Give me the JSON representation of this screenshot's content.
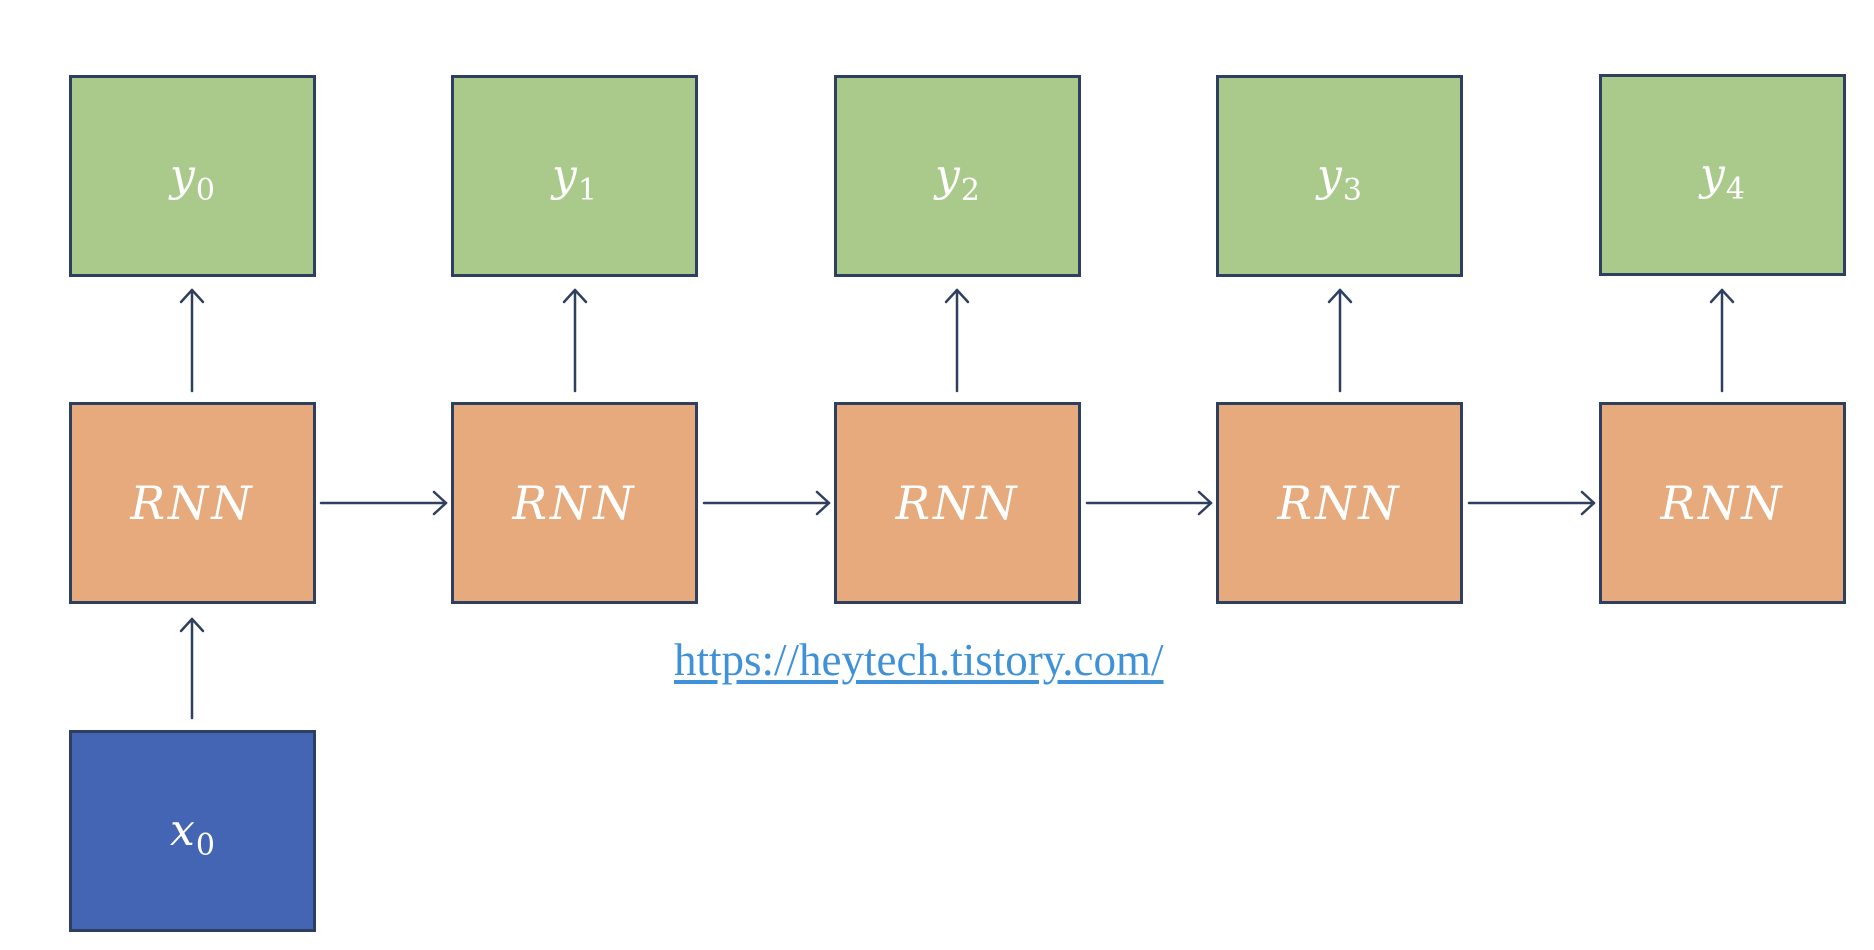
{
  "outputs": [
    {
      "var": "y",
      "sub": "0"
    },
    {
      "var": "y",
      "sub": "1"
    },
    {
      "var": "y",
      "sub": "2"
    },
    {
      "var": "y",
      "sub": "3"
    },
    {
      "var": "y",
      "sub": "4"
    }
  ],
  "cells": [
    {
      "label": "RNN"
    },
    {
      "label": "RNN"
    },
    {
      "label": "RNN"
    },
    {
      "label": "RNN"
    },
    {
      "label": "RNN"
    }
  ],
  "input": {
    "var": "x",
    "sub": "0"
  },
  "link_text": "https://heytech.tistory.com/",
  "colors": {
    "output_fill": "#a9ca8a",
    "rnn_fill": "#e6aa7d",
    "input_fill": "#4465b4",
    "border": "#2f3f5f",
    "arrow": "#2f3f5f",
    "link": "#3f92d8"
  }
}
